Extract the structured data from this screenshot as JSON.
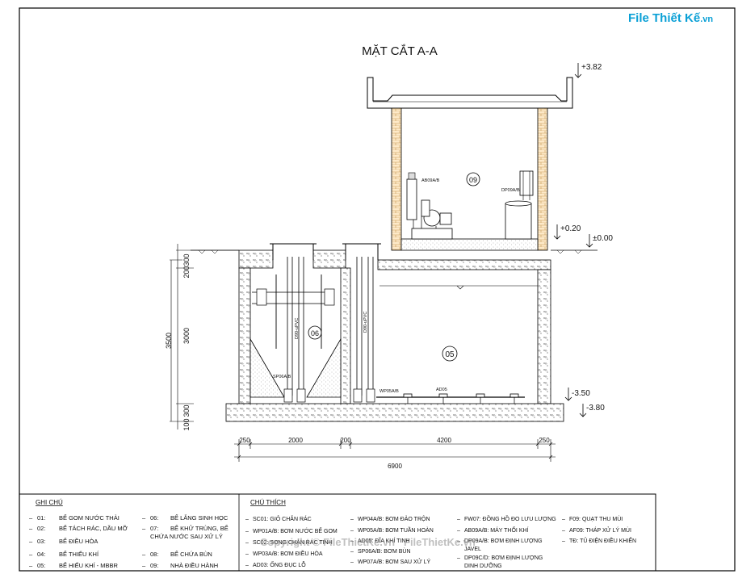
{
  "brand": {
    "logo_main": "File",
    "logo_rest": "Thiết Kế",
    "logo_suffix": ".vn"
  },
  "title": "MẶT CẮT A-A",
  "levels": {
    "roof": "+3.82",
    "floor": "+0.20",
    "ground": "±0.00",
    "bottom": "-3.50",
    "base": "-3.80"
  },
  "tank_labels": {
    "t06": "06",
    "t05": "05",
    "t09": "09"
  },
  "equipment_labels": {
    "blower": "AB09A/B",
    "dosing": "DP09A/B",
    "pipe1": "D90-uPVC",
    "pipe2": "D90-uPVC",
    "sp": "SP06A/B",
    "wp": "WP05A/B",
    "ad": "AD05"
  },
  "dims_vertical": [
    "300",
    "200",
    "3000",
    "100",
    "300",
    "3500"
  ],
  "dims_horizontal": [
    "250",
    "2000",
    "200",
    "4200",
    "250"
  ],
  "dim_total": "6900",
  "notes_title": "GHI CHÚ",
  "notes": [
    {
      "code": "01:",
      "text": "BỂ GOM NƯỚC THẢI"
    },
    {
      "code": "02:",
      "text": "BỂ TÁCH RÁC, DẦU MỠ"
    },
    {
      "code": "03:",
      "text": "BỂ ĐIỀU HÒA"
    },
    {
      "code": "04:",
      "text": "BỂ THIẾU KHÍ"
    },
    {
      "code": "05:",
      "text": "BỂ HIẾU KHÍ - MBBR"
    },
    {
      "code": "06:",
      "text": "BỂ LẮNG SINH HỌC"
    },
    {
      "code": "07:",
      "text": "BỂ KHỬ TRÙNG, BỂ"
    },
    {
      "code": "",
      "text": "CHỨA NƯỚC SAU XỬ LÝ"
    },
    {
      "code": "08:",
      "text": "BỂ CHỨA BÙN"
    },
    {
      "code": "09:",
      "text": "NHÀ ĐIỀU HÀNH"
    }
  ],
  "legend_title": "CHÚ THÍCH",
  "legend": [
    "SC01: GIỎ CHẮN RÁC",
    "WP01A/B: BƠM NƯỚC BỂ GOM",
    "SC02: SONG CHẮN RÁC TINH",
    "WP03A/B: BƠM ĐIỀU HÒA",
    "AD03: ỐNG ĐỤC LỖ",
    "WP04A/B: BƠM ĐẢO TRỘN",
    "WP05A/B: BƠM TUẦN HOÀN",
    "AD05: ĐĨA KHÍ TINH",
    "SP06A/B: BƠM BÙN",
    "WP07A/B: BƠM SAU XỬ LÝ",
    "FW07: ĐỒNG HỒ ĐO LƯU LƯỢNG",
    "AB09A/B: MÁY THỔI KHÍ",
    "DP09A/B: BƠM ĐỊNH LƯỢNG",
    "JAVEL",
    "DP09C/D: BƠM ĐỊNH LƯỢNG",
    "DINH DƯỠNG",
    "F09: QUẠT THU MÙI",
    "AF09: THÁP XỬ LÝ MÙI",
    "TĐ: TỦ ĐIỆN ĐIỀU KHIỂN"
  ],
  "watermarks": [
    "Copyright © FileThietKe.vn",
    "FileThietKe.vn"
  ]
}
